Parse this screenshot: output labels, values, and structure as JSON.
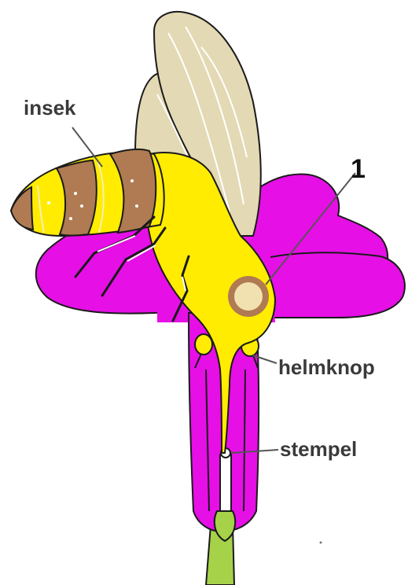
{
  "labels": {
    "insect": "insek",
    "number": "1",
    "anther": "helmknop",
    "pistil": "stempel"
  },
  "colors": {
    "petal": "#e60fe6",
    "insect_body": "#ffec00",
    "insect_bands": "#b07b52",
    "insect_stripes": "#f7efb4",
    "wings": "#e3d9b4",
    "pollen_ring": "#b07b52",
    "pollen_center": "#f2e1b0",
    "stem": "#a6d24a",
    "outline": "#1a1a1a",
    "label_text": "#3a3a3a"
  },
  "icons": {
    "insect": "bee-illustration",
    "flower": "flower-cross-section"
  }
}
